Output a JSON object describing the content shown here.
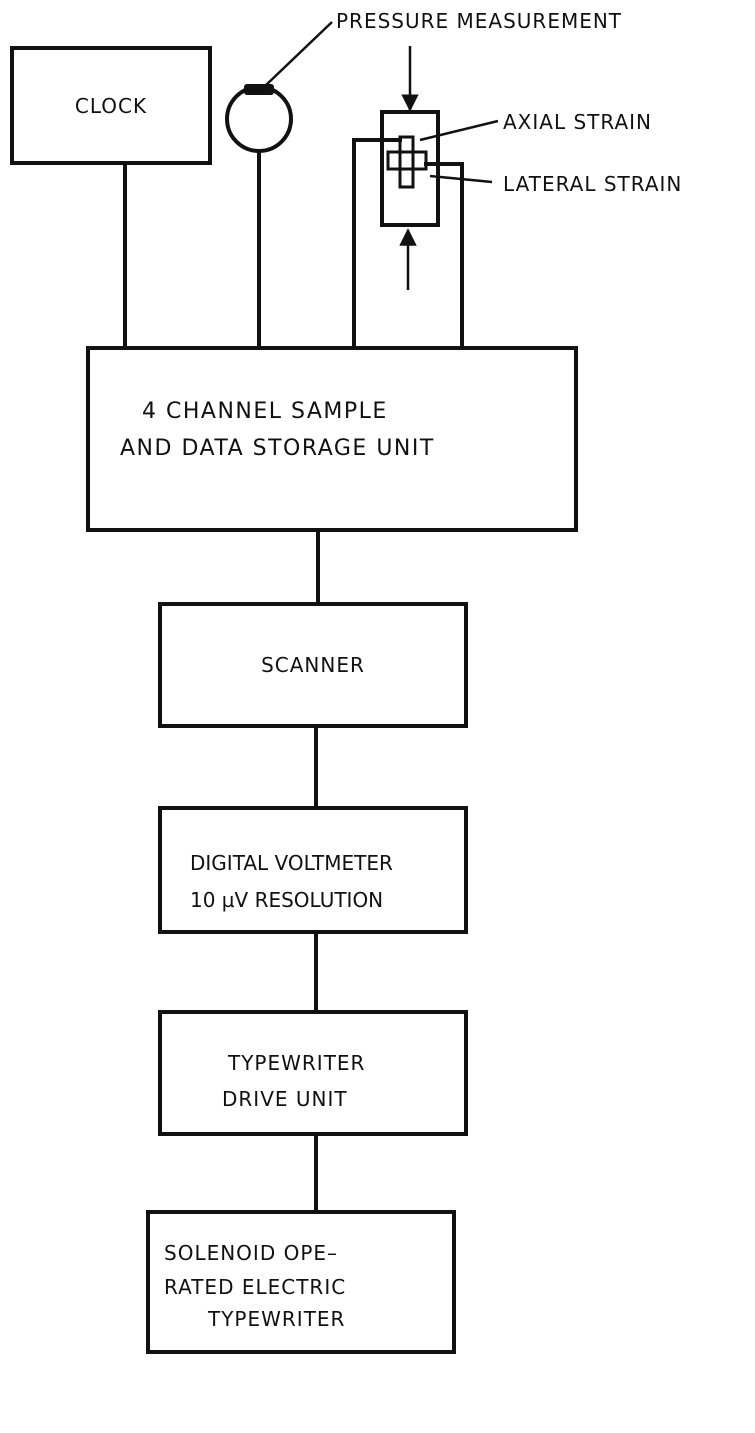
{
  "labels": {
    "pressure": "PRESSURE  MEASUREMENT",
    "axial": "AXIAL  STRAIN",
    "lateral": "LATERAL  STRAIN"
  },
  "blocks": {
    "clock": "CLOCK",
    "storage_line1": "4  CHANNEL SAMPLE",
    "storage_line2": "AND  DATA   STORAGE  UNIT",
    "scanner": "SCANNER",
    "dvm_line1": "DIGITAL VOLTMETER",
    "dvm_line2": "10 µV RESOLUTION",
    "drive_line1": "TYPEWRITER",
    "drive_line2": "DRIVE  UNIT",
    "type_line1": "SOLENOID  OPE–",
    "type_line2": "RATED  ELECTRIC",
    "type_line3": "TYPEWRITER"
  },
  "colors": {
    "ink": "#111111",
    "paper": "#ffffff"
  }
}
